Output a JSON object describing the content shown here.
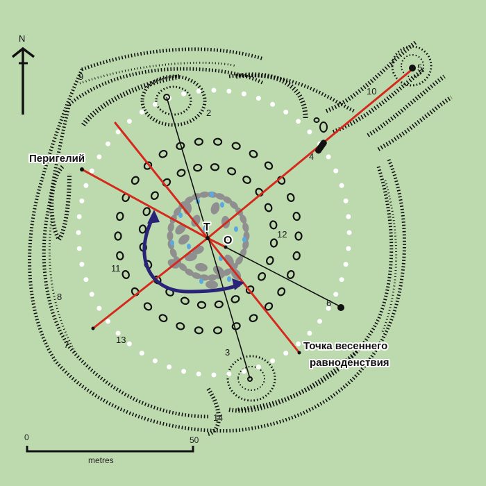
{
  "map": {
    "title": "Site plan",
    "background_color": "#bddaae",
    "north_label": "N",
    "callouts": {
      "perihelion": "Перигелий",
      "equinox_line1": "Точка весеннего",
      "equinox_line2": "равноденствия"
    },
    "points": {
      "T": "T",
      "O": "O"
    },
    "feature_numbers": [
      "2",
      "3",
      "4",
      "5",
      "6",
      "7",
      "8",
      "9",
      "10",
      "11",
      "12",
      "13",
      "14"
    ],
    "scale_bar": {
      "start_label": "0",
      "end_label": "50",
      "unit_label": "metres",
      "length_value": 50
    },
    "colors": {
      "alignment_lines": "#d42a1e",
      "sight_lines": "#111111",
      "arc_arrow": "#2a2478",
      "stones": "#8f8f8f",
      "pools": "#5aa9e0",
      "posts": "#ffffff"
    }
  }
}
